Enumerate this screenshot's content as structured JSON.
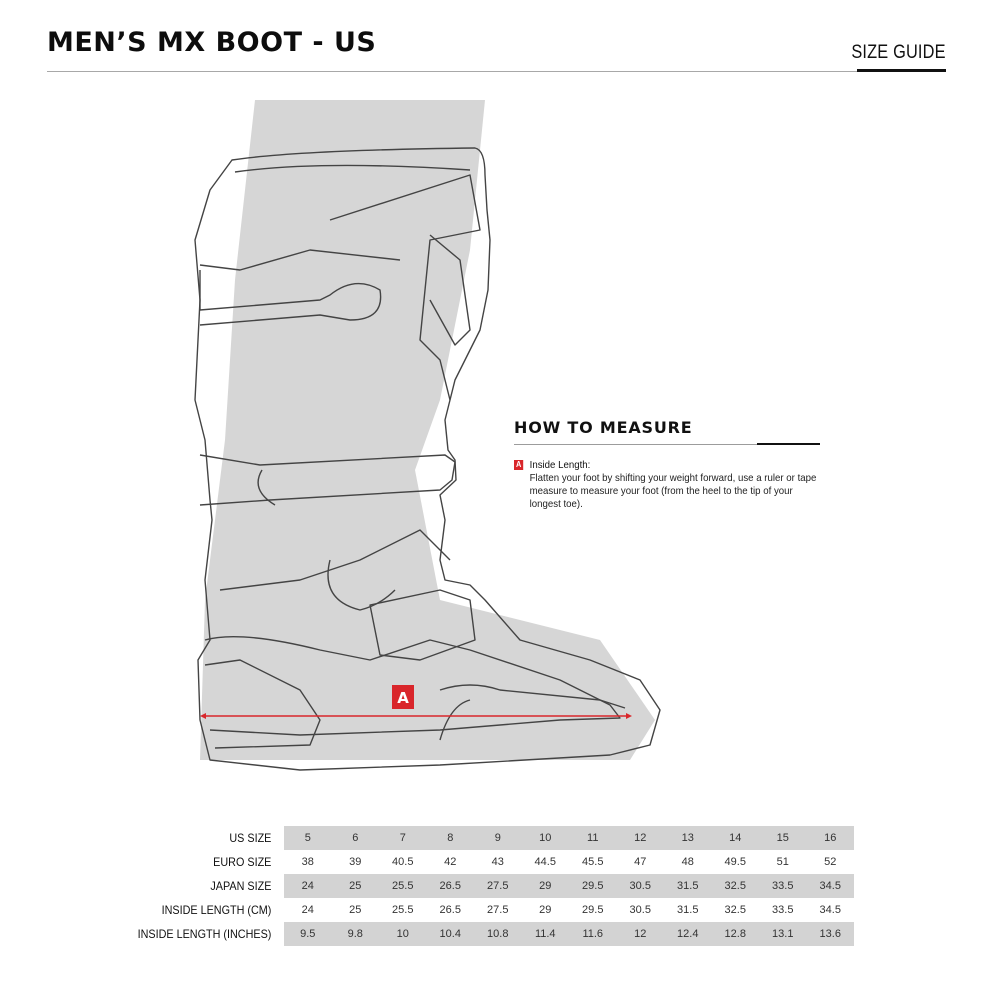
{
  "header": {
    "title": "MEN’S MX BOOT - US",
    "size_guide_label": "SIZE GUIDE"
  },
  "illustration": {
    "subject": "motocross boot side view",
    "marker_label": "A",
    "accent_color": "#d9262b"
  },
  "how_to_measure": {
    "heading": "HOW TO MEASURE",
    "items": [
      {
        "badge": "A",
        "label": "Inside Length:",
        "description": "Flatten your foot by shifting your weight forward, use a ruler or tape measure to measure your foot (from the heel to the tip of your longest toe)."
      }
    ]
  },
  "size_table": {
    "rows": [
      {
        "label": "US SIZE",
        "values": [
          "5",
          "6",
          "7",
          "8",
          "9",
          "10",
          "11",
          "12",
          "13",
          "14",
          "15",
          "16"
        ]
      },
      {
        "label": "EURO SIZE",
        "values": [
          "38",
          "39",
          "40.5",
          "42",
          "43",
          "44.5",
          "45.5",
          "47",
          "48",
          "49.5",
          "51",
          "52"
        ]
      },
      {
        "label": "JAPAN SIZE",
        "values": [
          "24",
          "25",
          "25.5",
          "26.5",
          "27.5",
          "29",
          "29.5",
          "30.5",
          "31.5",
          "32.5",
          "33.5",
          "34.5"
        ]
      },
      {
        "label": "INSIDE LENGTH (CM)",
        "values": [
          "24",
          "25",
          "25.5",
          "26.5",
          "27.5",
          "29",
          "29.5",
          "30.5",
          "31.5",
          "32.5",
          "33.5",
          "34.5"
        ]
      },
      {
        "label": "INSIDE LENGTH (INCHES)",
        "values": [
          "9.5",
          "9.8",
          "10",
          "10.4",
          "10.8",
          "11.4",
          "11.6",
          "12",
          "12.4",
          "12.8",
          "13.1",
          "13.6"
        ]
      }
    ]
  }
}
